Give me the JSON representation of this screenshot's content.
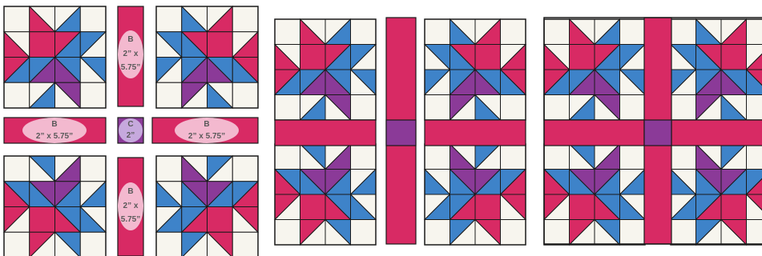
{
  "colors": {
    "cream": "#f7f5ee",
    "pink": "#d82a64",
    "blue": "#3e83c9",
    "purple": "#8b3a98",
    "label_pink": "#f3b9cf",
    "label_lilac": "#c6a9dd",
    "outline": "#1a1a1a"
  },
  "labels": {
    "strip_top": {
      "code": "B",
      "line1": "2” x",
      "line2": "5.75”"
    },
    "strip_left": {
      "code": "B",
      "line1": "2” x 5.75”"
    },
    "corner_square": {
      "code": "C",
      "line1": "2”"
    },
    "strip_right": {
      "code": "B",
      "line1": "2” x 5.75”"
    },
    "strip_bottom": {
      "code": "B",
      "line1": "2” x",
      "line2": "5.75”"
    }
  },
  "panels": [
    {
      "id": "exploded-layout"
    },
    {
      "id": "rows-joined"
    },
    {
      "id": "finished-block"
    }
  ]
}
